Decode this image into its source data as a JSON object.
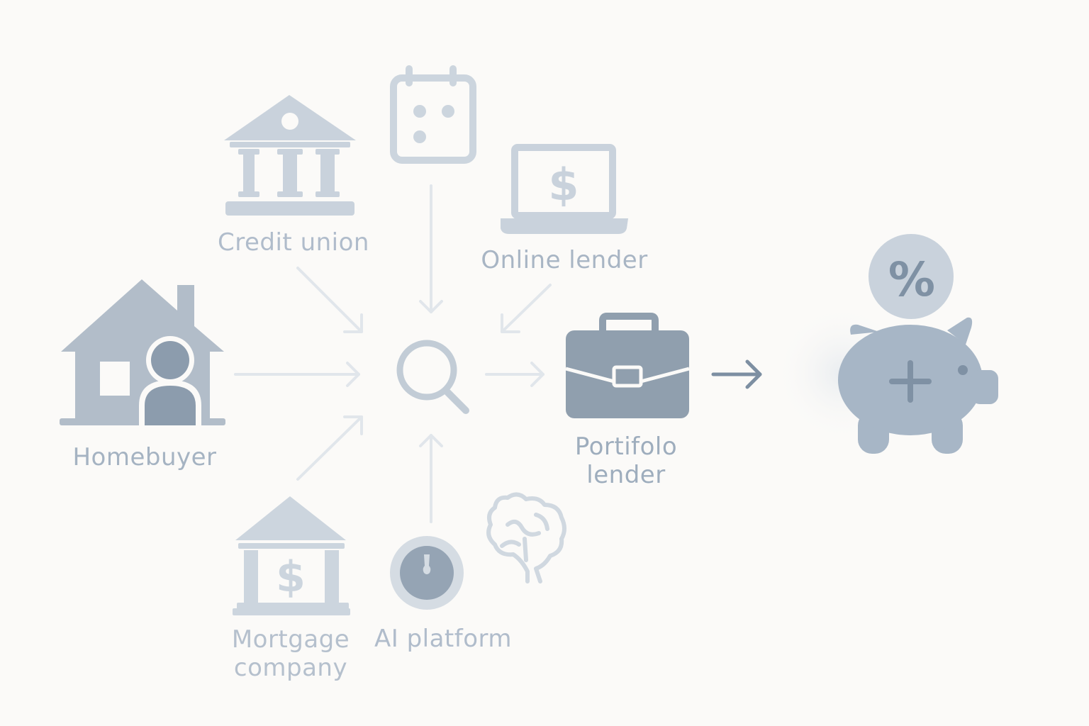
{
  "nodes": {
    "credit_union": {
      "label": "Credit union",
      "icon": "bank-icon"
    },
    "online_lender": {
      "label": "Online lender",
      "icon": "laptop-dollar-icon"
    },
    "homebuyer": {
      "label": "Homebuyer",
      "icon": "house-person-icon"
    },
    "portfolio_lender": {
      "label_line1": "Portifolo",
      "label_line2": "lender",
      "icon": "briefcase-icon"
    },
    "mortgage_company": {
      "label_line1": "Mortgage",
      "label_line2": "company",
      "icon": "bank-dollar-icon"
    },
    "ai_platform": {
      "label": "AI platform",
      "icon": "stopwatch-icon"
    },
    "calendar": {
      "icon": "calendar-icon"
    },
    "search": {
      "icon": "magnifier-icon"
    },
    "brain": {
      "icon": "brain-icon"
    },
    "savings": {
      "icon": "piggy-bank-icon",
      "badge_icon": "percent-icon"
    }
  },
  "colors": {
    "background": "#fbfaf8",
    "icon_light": "#c9d2dc",
    "icon_mid": "#a9b5c2",
    "icon_dark": "#8a9aab",
    "arrow_light": "#e1e6eb",
    "arrow_dark": "#7d8fa2"
  }
}
